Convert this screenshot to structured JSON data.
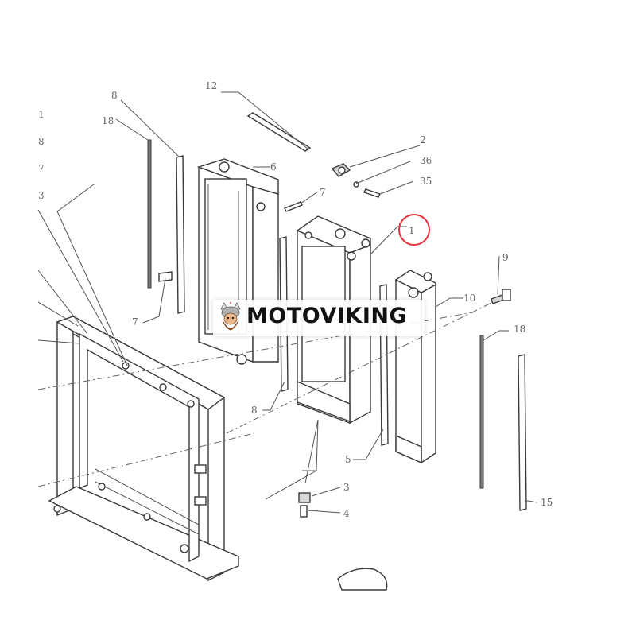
{
  "watermark": {
    "text": "MOTOVIKING",
    "logo_icon": "viking-head-icon"
  },
  "callouts": {
    "c12": "12",
    "c8a": "8",
    "c18a": "18",
    "c1a": "1",
    "c8b": "8",
    "c7a": "7",
    "c3a": "3",
    "c6": "6",
    "c2": "2",
    "c36": "36",
    "c35": "35",
    "c7b": "7",
    "c1b": "1",
    "c9": "9",
    "c10": "10",
    "c18b": "18",
    "c7c": "7",
    "c8c": "8",
    "c5": "5",
    "c3b": "3",
    "c4": "4",
    "c15": "15"
  },
  "highlight": {
    "callout": "1",
    "color": "#e0343a"
  },
  "colors": {
    "line": "#3a3a3a",
    "label": "#666666"
  }
}
